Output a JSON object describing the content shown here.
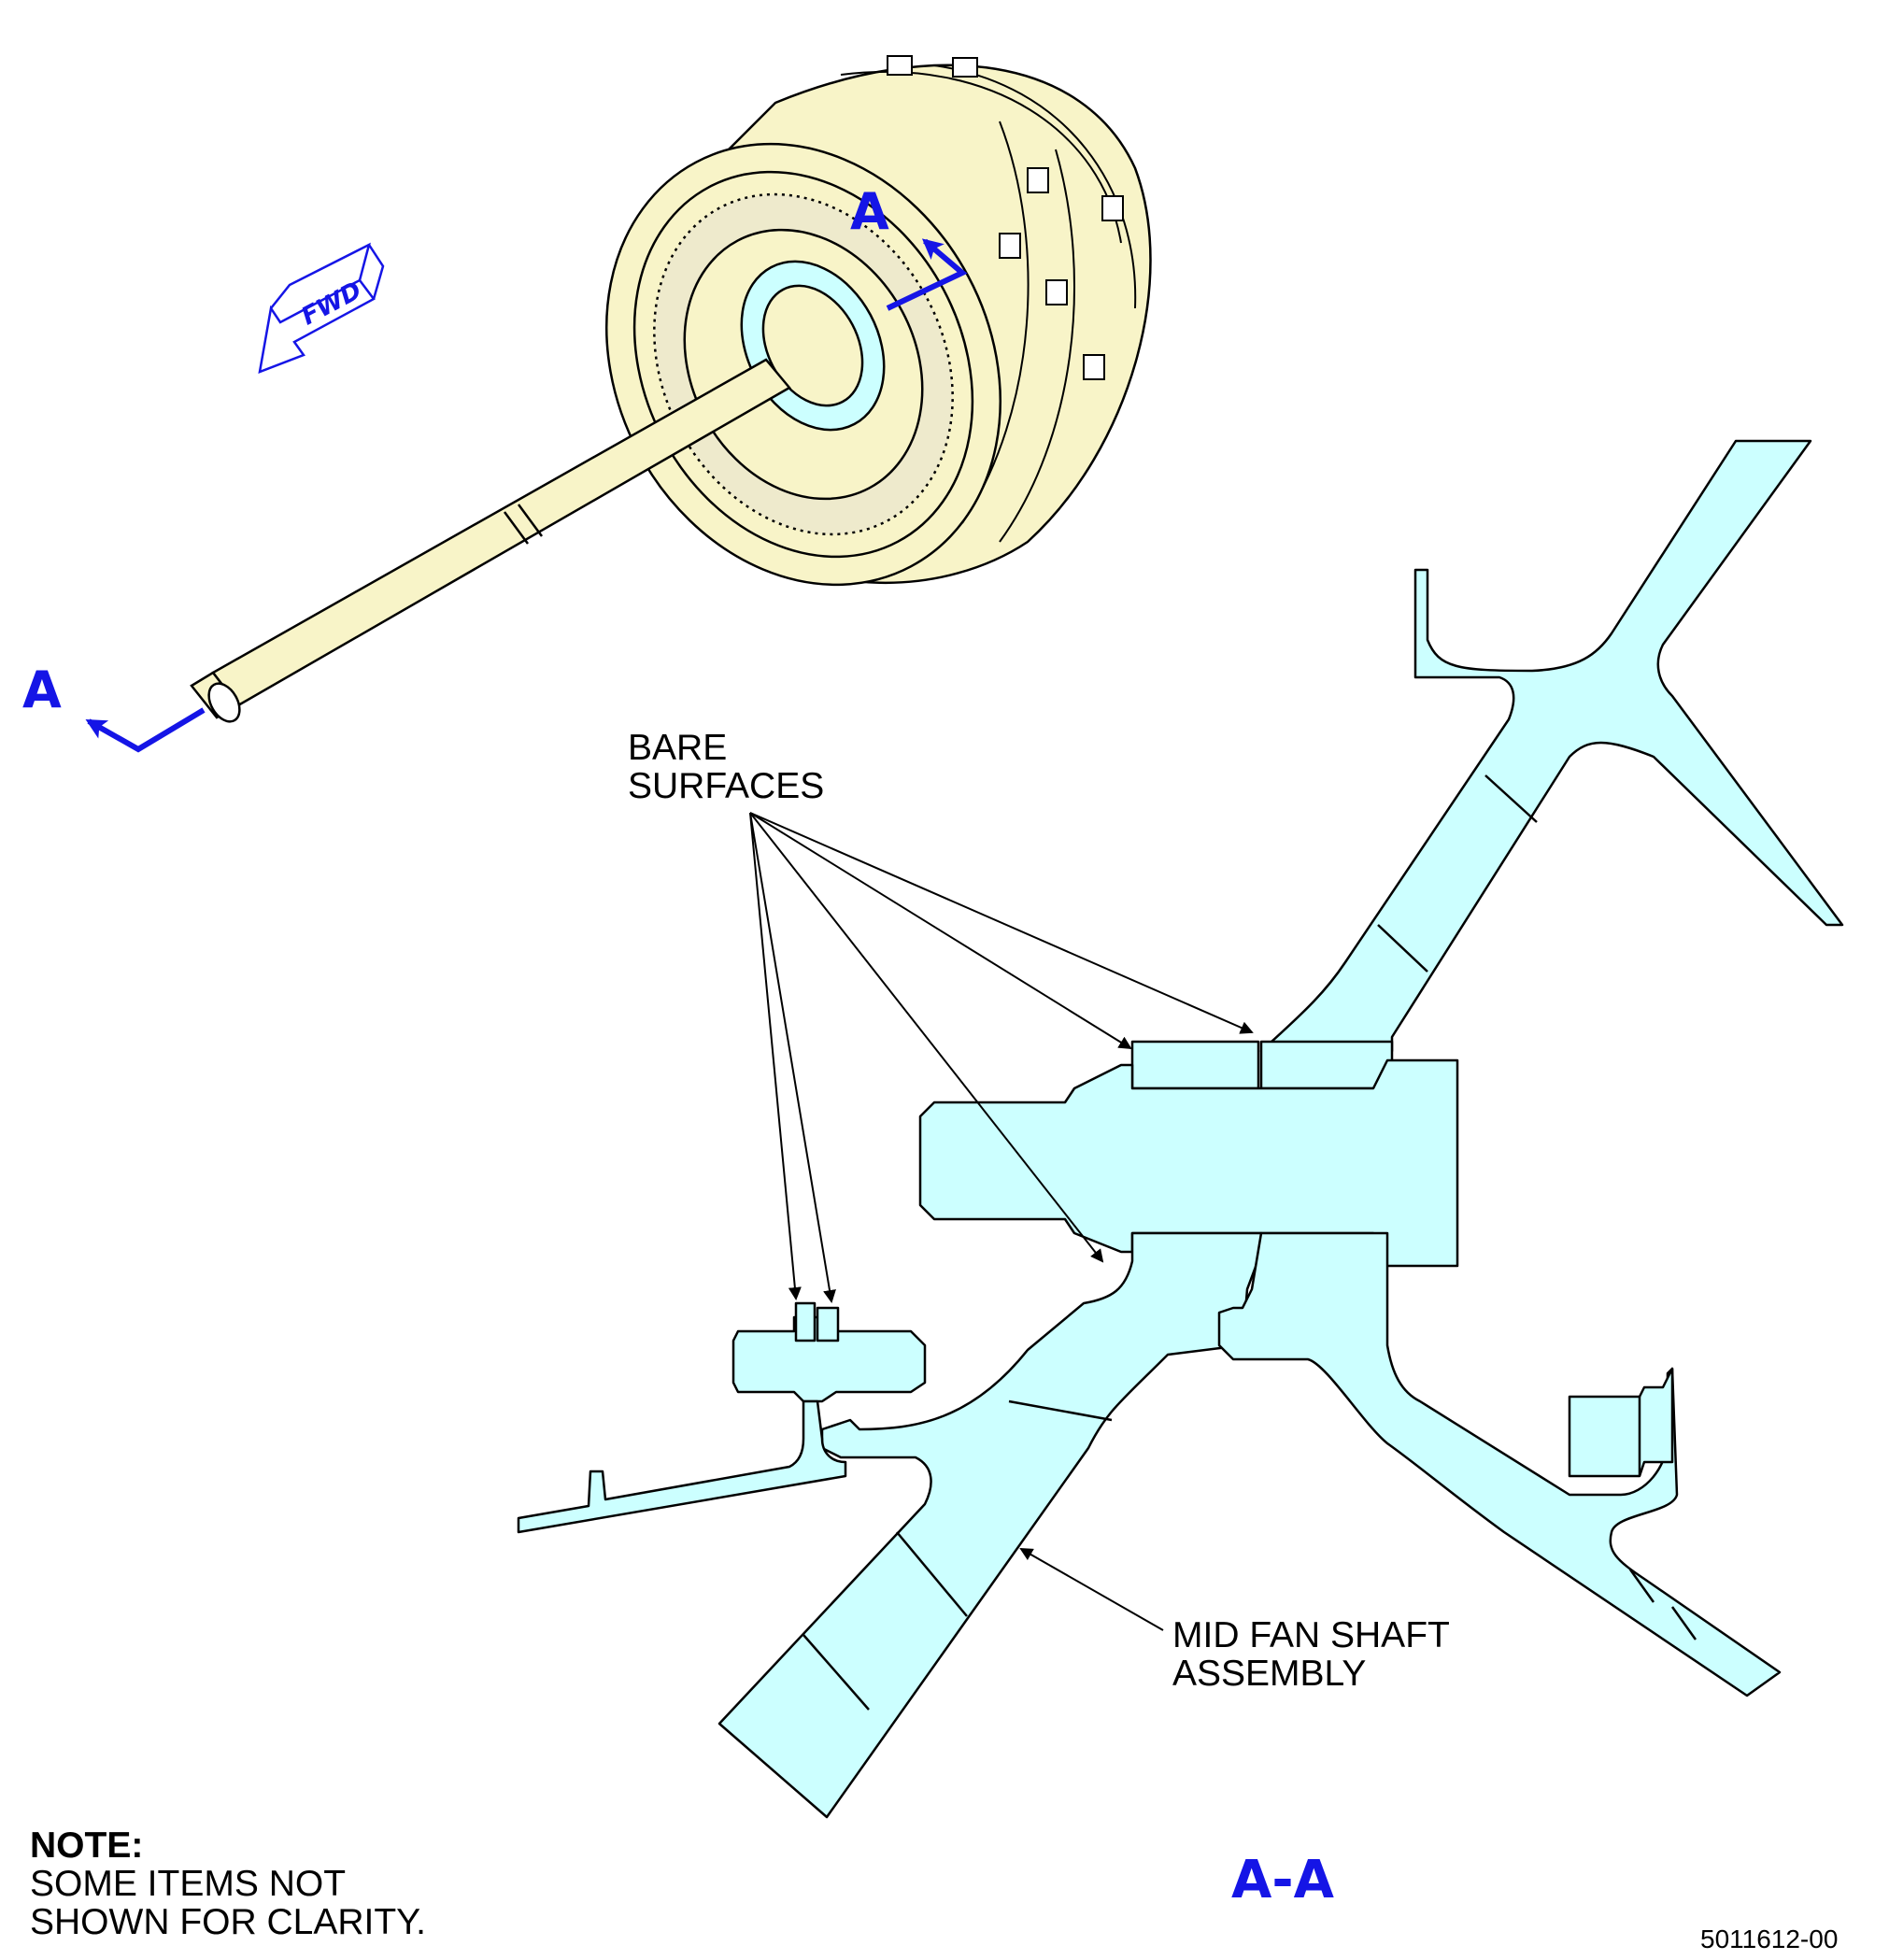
{
  "view_marker": {
    "left": "A",
    "right": "A"
  },
  "fwd": "FWD",
  "callouts": {
    "bare_line1": "BARE",
    "bare_line2": "SURFACES",
    "shaft_line1": "MID FAN SHAFT",
    "shaft_line2": "ASSEMBLY"
  },
  "note": {
    "heading": "NOTE:",
    "line1": "SOME ITEMS NOT",
    "line2": "SHOWN FOR CLARITY."
  },
  "section_title": "A-A",
  "figure_id": "5011612-00",
  "colors": {
    "part_fill": "#ccffff",
    "engine_fill": "#f8f4c8",
    "section_blue": "#1515e6",
    "line": "#000000"
  }
}
